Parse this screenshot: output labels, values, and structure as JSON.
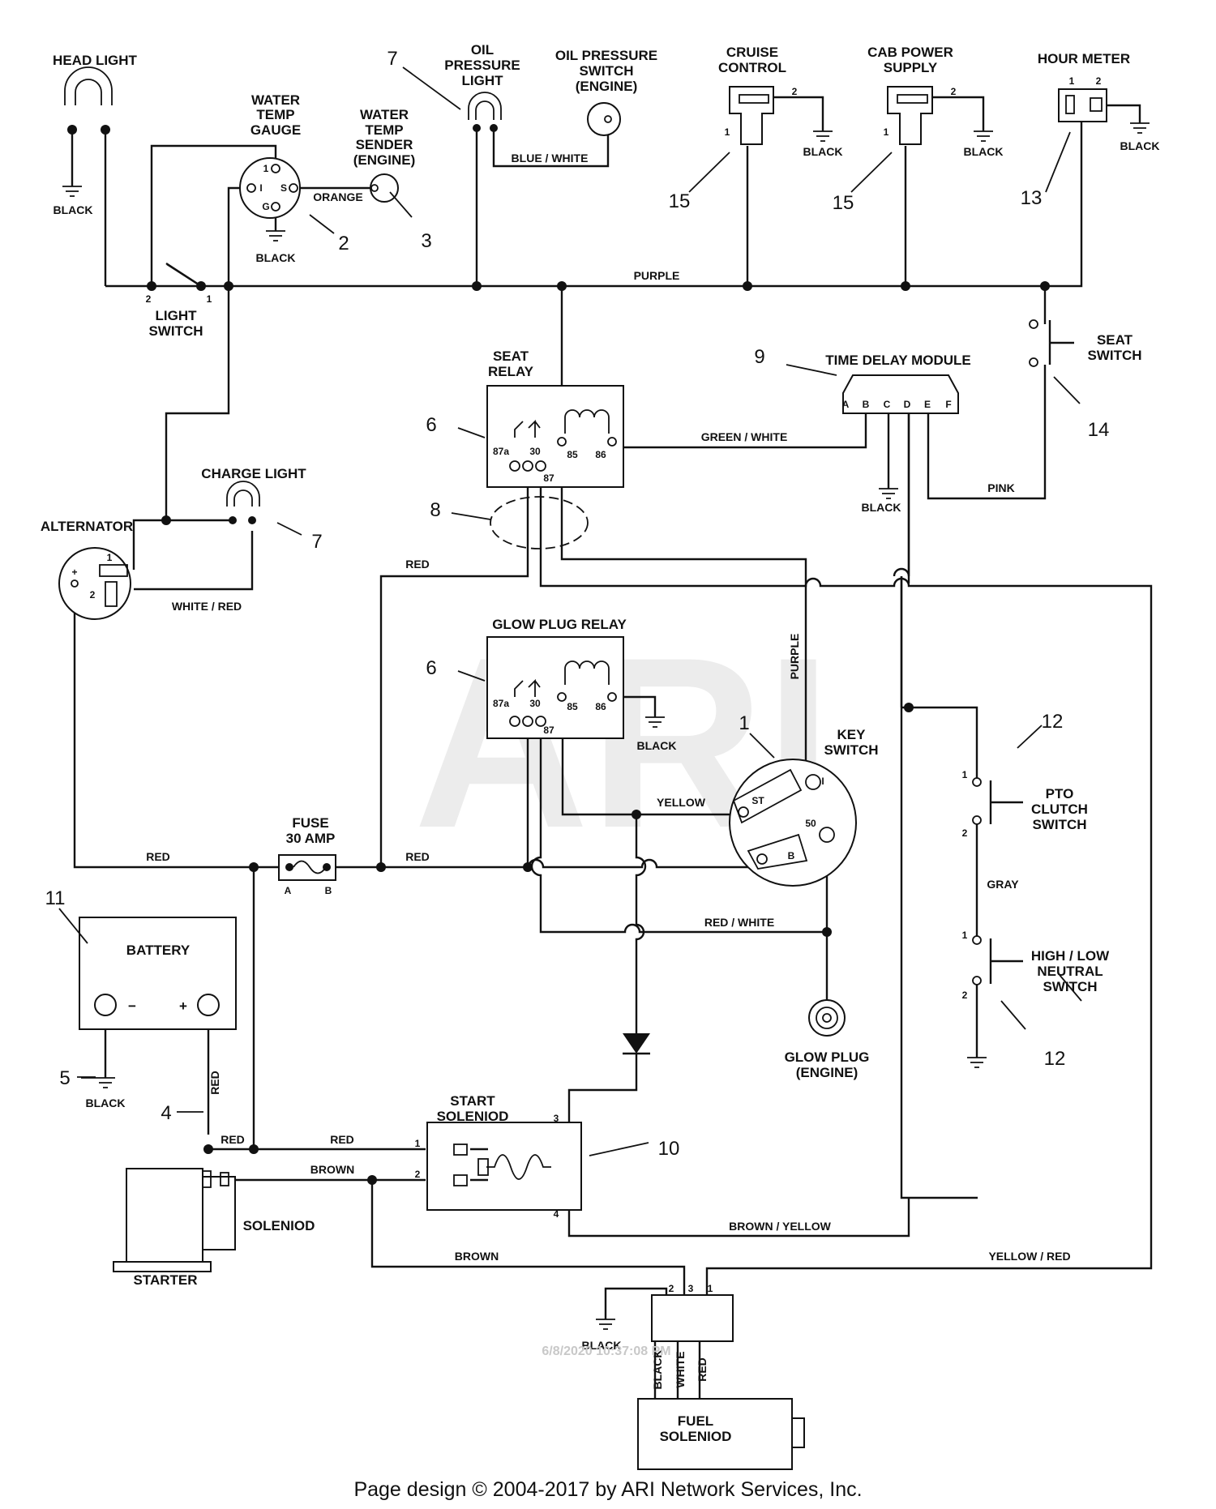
{
  "components": {
    "head_light": "HEAD LIGHT",
    "water_temp_gauge": [
      "WATER",
      "TEMP",
      "GAUGE"
    ],
    "water_temp_sender": [
      "WATER",
      "TEMP",
      "SENDER",
      "(ENGINE)"
    ],
    "oil_pressure_light": [
      "OIL",
      "PRESSURE",
      "LIGHT"
    ],
    "oil_pressure_switch": [
      "OIL PRESSURE",
      "SWITCH",
      "(ENGINE)"
    ],
    "cruise_control": [
      "CRUISE",
      "CONTROL"
    ],
    "cab_power_supply": [
      "CAB POWER",
      "SUPPLY"
    ],
    "hour_meter": "HOUR METER",
    "light_switch": [
      "LIGHT",
      "SWITCH"
    ],
    "seat_switch": [
      "SEAT",
      "SWITCH"
    ],
    "seat_relay": [
      "SEAT",
      "RELAY"
    ],
    "time_delay_module": "TIME DELAY MODULE",
    "charge_light": "CHARGE LIGHT",
    "alternator": "ALTERNATOR",
    "glow_plug_relay": "GLOW PLUG RELAY",
    "key_switch": [
      "KEY",
      "SWITCH"
    ],
    "fuse": [
      "FUSE",
      "30 AMP"
    ],
    "battery": "BATTERY",
    "pto_clutch_switch": [
      "PTO",
      "CLUTCH",
      "SWITCH"
    ],
    "high_low_neutral_switch": [
      "HIGH / LOW",
      "NEUTRAL",
      "SWITCH"
    ],
    "glow_plug": [
      "GLOW PLUG",
      "(ENGINE)"
    ],
    "start_solenoid": [
      "START",
      "SOLENIOD"
    ],
    "solenoid": "SOLENIOD",
    "starter": "STARTER",
    "fuel_solenoid": [
      "FUEL",
      "SOLENIOD"
    ]
  },
  "wires": {
    "purple": "PURPLE",
    "orange": "ORANGE",
    "blue_white": "BLUE / WHITE",
    "green_white": "GREEN / WHITE",
    "pink": "PINK",
    "red": "RED",
    "white_red": "WHITE / RED",
    "yellow": "YELLOW",
    "red_white": "RED / WHITE",
    "gray": "GRAY",
    "brown": "BROWN",
    "brown_yellow": "BROWN / YELLOW",
    "yellow_red": "YELLOW / RED",
    "black": "BLACK",
    "white": "WHITE"
  },
  "pins": {
    "one": "1",
    "two": "2",
    "three": "3",
    "four": "4",
    "a": "A",
    "b": "B",
    "c": "C",
    "d": "D",
    "e": "E",
    "f": "F",
    "i": "I",
    "s": "S",
    "g": "G",
    "st": "ST",
    "fifty": "50",
    "plus": "+",
    "minus": "−",
    "r87a": "87a",
    "r30": "30",
    "r87": "87",
    "r85": "85",
    "r86": "86"
  },
  "callouts": {
    "n1": "1",
    "n2": "2",
    "n3": "3",
    "n4": "4",
    "n5": "5",
    "n6": "6",
    "n7": "7",
    "n8": "8",
    "n9": "9",
    "n10": "10",
    "n11": "11",
    "n12": "12",
    "n13": "13",
    "n14": "14",
    "n15": "15"
  },
  "watermark": "ARI",
  "timestamp": "6/8/2020 10:37:08 PM",
  "credit": "Page design © 2004-2017 by ARI Network Services, Inc."
}
